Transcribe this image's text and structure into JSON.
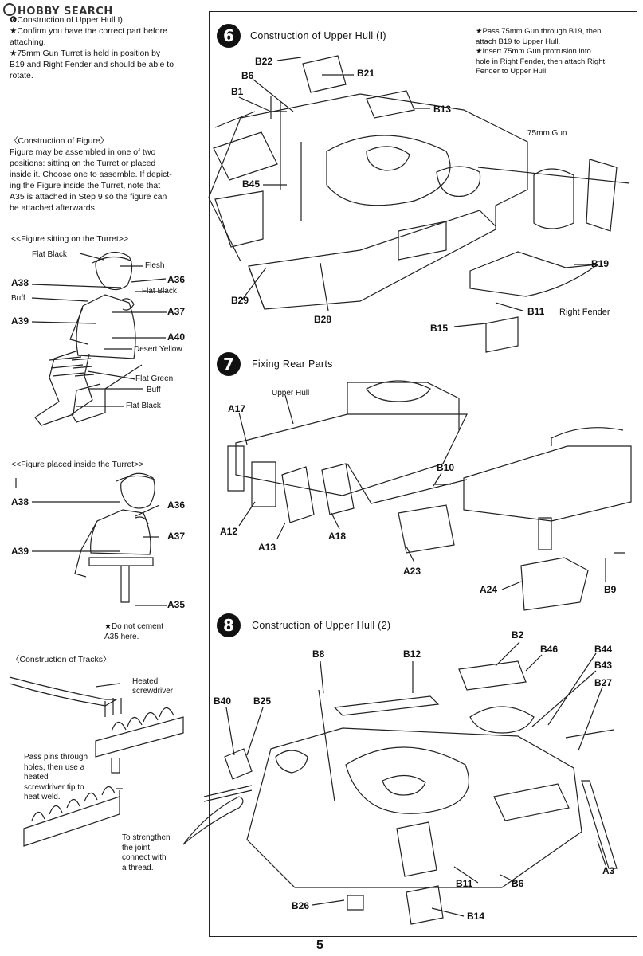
{
  "watermark": "HOBBY SEARCH",
  "left_column": {
    "intro_heading": "Construction of Upper Hull I)",
    "intro_lines": [
      "★Confirm you have the correct part before",
      "attaching.",
      "★75mm Gun Turret is held in position by",
      "B19 and Right Fender and should be able to",
      "rotate."
    ],
    "figure_heading": "〈Construction of Figure〉",
    "figure_lines": [
      "Figure may be assembled in one of two",
      "positions: sitting on the Turret or placed",
      "inside it. Choose one to assemble. If depict-",
      "ing the Figure inside the Turret, note that",
      "A35 is attached in Step 9 so the figure can",
      "be attached afterwards."
    ],
    "sitting_heading": "<<Figure sitting on the Turret>>",
    "sitting_labels": {
      "flat_black_top": "Flat Black",
      "flesh": "Flesh",
      "a38": "A38",
      "a36": "A36",
      "buff": "Buff",
      "flat_black_2": "Flat Black",
      "a37": "A37",
      "a39": "A39",
      "a40": "A40",
      "desert_yellow": "Desert Yellow",
      "flat_green": "Flat Green",
      "buff_2": "Buff",
      "flat_black_3": "Flat Black"
    },
    "inside_heading": "<<Figure placed inside the Turret>>",
    "inside_labels": {
      "a38": "A38",
      "a36": "A36",
      "a37": "A37",
      "a39": "A39",
      "a35": "A35"
    },
    "inside_note": [
      "★Do not cement",
      "A35 here."
    ],
    "tracks_heading": "〈Construction of Tracks〉",
    "tracks_labels": {
      "heated": "Heated",
      "screwdriver": "screwdriver",
      "pass_pins": [
        "Pass pins through",
        "holes, then use a",
        "heated",
        "screwdriver tip to",
        "heat weld."
      ],
      "strengthen": [
        "To strengthen",
        "the joint,",
        "connect with",
        "a thread."
      ]
    }
  },
  "step6": {
    "number": "6",
    "title": "Construction of Upper Hull (I)",
    "notes": [
      "★Pass 75mm Gun through B19, then",
      "attach B19 to Upper Hull.",
      "★Insert 75mm Gun protrusion into",
      "hole in Right Fender, then attach Right",
      "Fender to Upper Hull."
    ],
    "parts": {
      "b22": "B22",
      "b21": "B21",
      "b6": "B6",
      "b1": "B1",
      "b13": "B13",
      "gun": "75mm Gun",
      "b45": "B45",
      "b19": "B19",
      "b29": "B29",
      "b28": "B28",
      "b11": "B11",
      "fender": "Right Fender",
      "b15": "B15"
    }
  },
  "step7": {
    "number": "7",
    "title": "Fixing Rear Parts",
    "parts": {
      "upper_hull": "Upper Hull",
      "a17": "A17",
      "b10": "B10",
      "a12": "A12",
      "a13": "A13",
      "a18": "A18",
      "a23": "A23",
      "a24": "A24",
      "b9": "B9"
    }
  },
  "step8": {
    "number": "8",
    "title": "Construction of Upper Hull (2)",
    "parts": {
      "b2": "B2",
      "b8": "B8",
      "b12": "B12",
      "b46": "B46",
      "b44": "B44",
      "b43": "B43",
      "b27": "B27",
      "b40": "B40",
      "b25": "B25",
      "a3": "A3",
      "b11": "B11",
      "b6": "B6",
      "b26": "B26",
      "b14": "B14"
    }
  },
  "page_number": "5"
}
